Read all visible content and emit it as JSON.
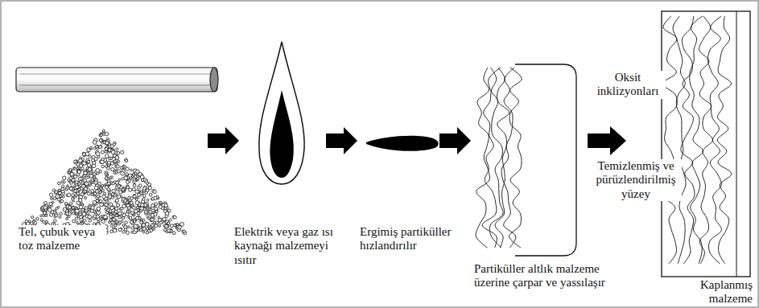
{
  "diagram": {
    "labels": [
      "Tel, çubuk veya toz malzeme",
      "Elektrik veya gaz ısı kaynağı malzemeyi ısıtır",
      "Ergimiş partiküller hızlandırılır",
      "Partiküller altlık malzeme üzerine çarpar ve yassılaşır",
      "Oksit inklizyonları",
      "Temizlenmiş ve pürüzlendirilmiş yüzey",
      "Kaplanmış malzeme"
    ]
  }
}
